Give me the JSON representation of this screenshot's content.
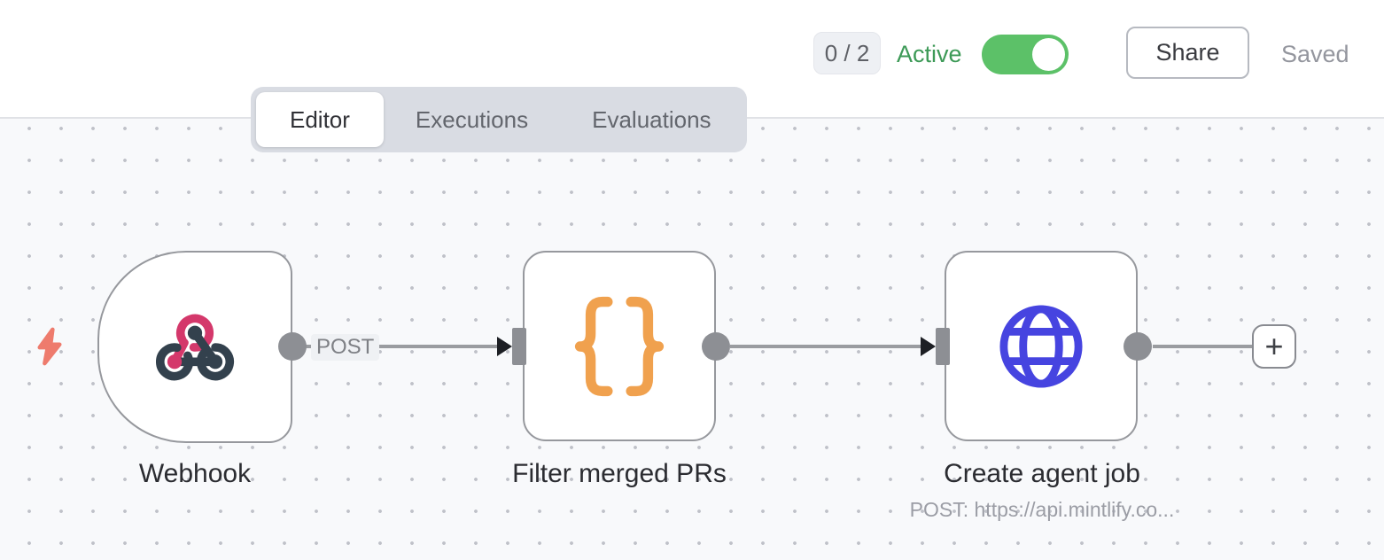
{
  "header": {
    "issues_badge": "0 / 2",
    "active_label": "Active",
    "toggle_state": "on",
    "share_label": "Share",
    "saved_label": "Saved"
  },
  "tabs": [
    {
      "label": "Editor",
      "active": true
    },
    {
      "label": "Executions",
      "active": false
    },
    {
      "label": "Evaluations",
      "active": false
    }
  ],
  "canvas": {
    "nodes": [
      {
        "name": "Webhook",
        "icon": "webhook-icon",
        "shape": "trigger-dee",
        "output_label": "POST"
      },
      {
        "name": "Filter merged PRs",
        "icon": "braces-icon",
        "shape": "rounded-square"
      },
      {
        "name": "Create agent job",
        "icon": "globe-icon",
        "shape": "rounded-square",
        "subtitle": "POST: https://api.mintlify.co..."
      }
    ],
    "trigger_hint_icon": "lightning-bolt-icon",
    "add_button_label": "+",
    "connection_count": 3
  },
  "colors": {
    "active_green": "#3d9a57",
    "toggle_green": "#5cc168",
    "node_border": "#96989d",
    "connector_gray": "#9a9ca0",
    "port_gray": "#8d8f94",
    "webhook_pink": "#d4386b",
    "webhook_slate": "#33414d",
    "braces_orange": "#f0a14e",
    "globe_blue": "#4644e0",
    "bolt_coral": "#ee7b6d",
    "canvas_bg": "#f8f9fb",
    "tabbar_bg": "#d9dce3"
  }
}
